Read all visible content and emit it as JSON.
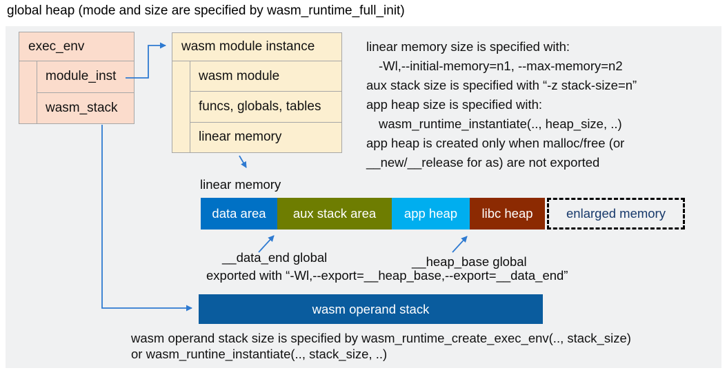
{
  "title": "global heap (mode and size are specified by wasm_runtime_full_init)",
  "colors": {
    "panel_bg": "#F0F1F2",
    "box_pink": "#FBDCCC",
    "box_cream": "#FCEFD0",
    "box_border": "#A6A6A6",
    "arrow_blue": "#2E7AD1",
    "operand_stack_bg": "#0A5C9E",
    "enlarged_text": "#17396B"
  },
  "exec_env": {
    "header": "exec_env",
    "rows": [
      "module_inst",
      "wasm_stack"
    ]
  },
  "module_instance": {
    "header": "wasm module instance",
    "rows": [
      "wasm module",
      "funcs, globals, tables",
      "linear memory"
    ]
  },
  "info_block": {
    "lines": [
      "linear memory size is specified with:",
      "-Wl,--initial-memory=n1, --max-memory=n2",
      "aux stack size is specified with “-z stack-size=n”",
      "app heap size is specified with:",
      "wasm_runtime_instantiate(.., heap_size, ..)",
      "app heap is created only when malloc/free (or",
      "__new/__release for as) are not exported"
    ]
  },
  "linear_memory_label": "linear memory",
  "memory_bar": {
    "segments": [
      {
        "label": "data area",
        "color": "#0071C5"
      },
      {
        "label": "aux stack area",
        "color": "#6E7D01"
      },
      {
        "label": "app heap",
        "color": "#00AEEF"
      },
      {
        "label": "libc heap",
        "color": "#8C2A02"
      }
    ],
    "enlarged": {
      "label": "enlarged memory"
    }
  },
  "annotations": {
    "data_end": "__data_end global",
    "heap_base": "__heap_base global",
    "export_note": "exported with “-Wl,--export=__heap_base,--export=__data_end”"
  },
  "operand_stack": {
    "label": "wasm operand stack"
  },
  "footer": {
    "lines": [
      "wasm operand stack size is specified by wasm_runtime_create_exec_env(.., stack_size)",
      "or wasm_runtine_instantiate(.., stack_size, ..)"
    ]
  }
}
